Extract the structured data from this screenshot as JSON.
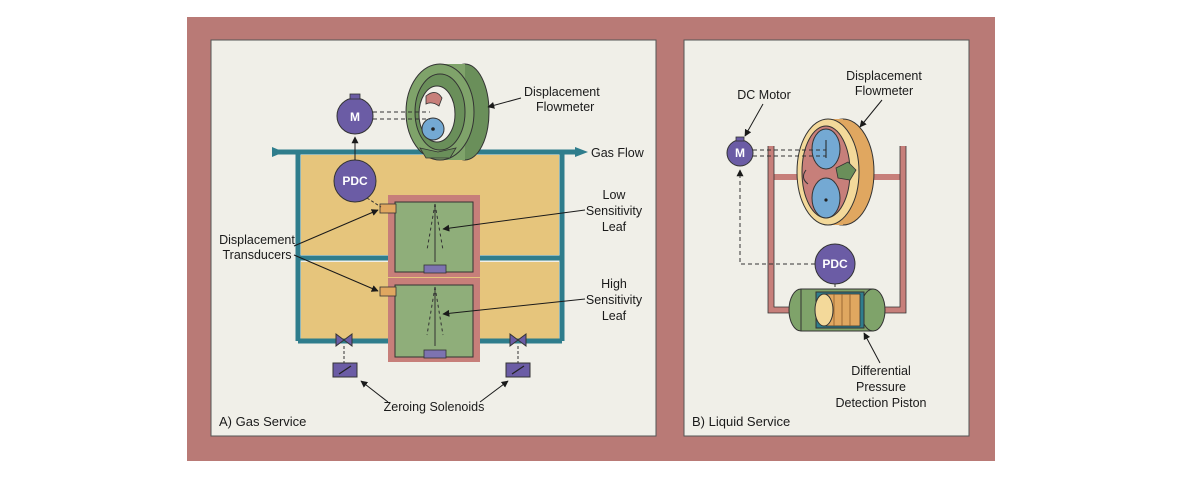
{
  "colors": {
    "frame": "#b97a76",
    "panel": "#f0efe8",
    "tank": "#e6c57c",
    "pipe": "#2f7d8c",
    "leaf_box": "#c77f7a",
    "leaf_fill": "#8fae7a",
    "pdc": "#6b5ca5",
    "flowmeter_green": "#7fa36a",
    "flowmeter_blue": "#74a9d3",
    "liquid_pipe": "#c77f7a",
    "piston_orange": "#e0a760"
  },
  "panel_a": {
    "caption": "A) Gas Service",
    "motor": "M",
    "pdc": "PDC",
    "flowmeter_label": [
      "Displacement",
      "Flowmeter"
    ],
    "gas_flow": "Gas Flow",
    "low_leaf_label": [
      "Low",
      "Sensitivity",
      "Leaf"
    ],
    "high_leaf_label": [
      "High",
      "Sensitivity",
      "Leaf"
    ],
    "transducers_label": [
      "Displacement",
      "Transducers"
    ],
    "solenoids_label": "Zeroing Solenoids"
  },
  "panel_b": {
    "caption": "B) Liquid Service",
    "motor": "M",
    "motor_label": "DC Motor",
    "pdc": "PDC",
    "flowmeter_label": [
      "Displacement",
      "Flowmeter"
    ],
    "piston_label": [
      "Differential",
      "Pressure",
      "Detection Piston"
    ]
  }
}
